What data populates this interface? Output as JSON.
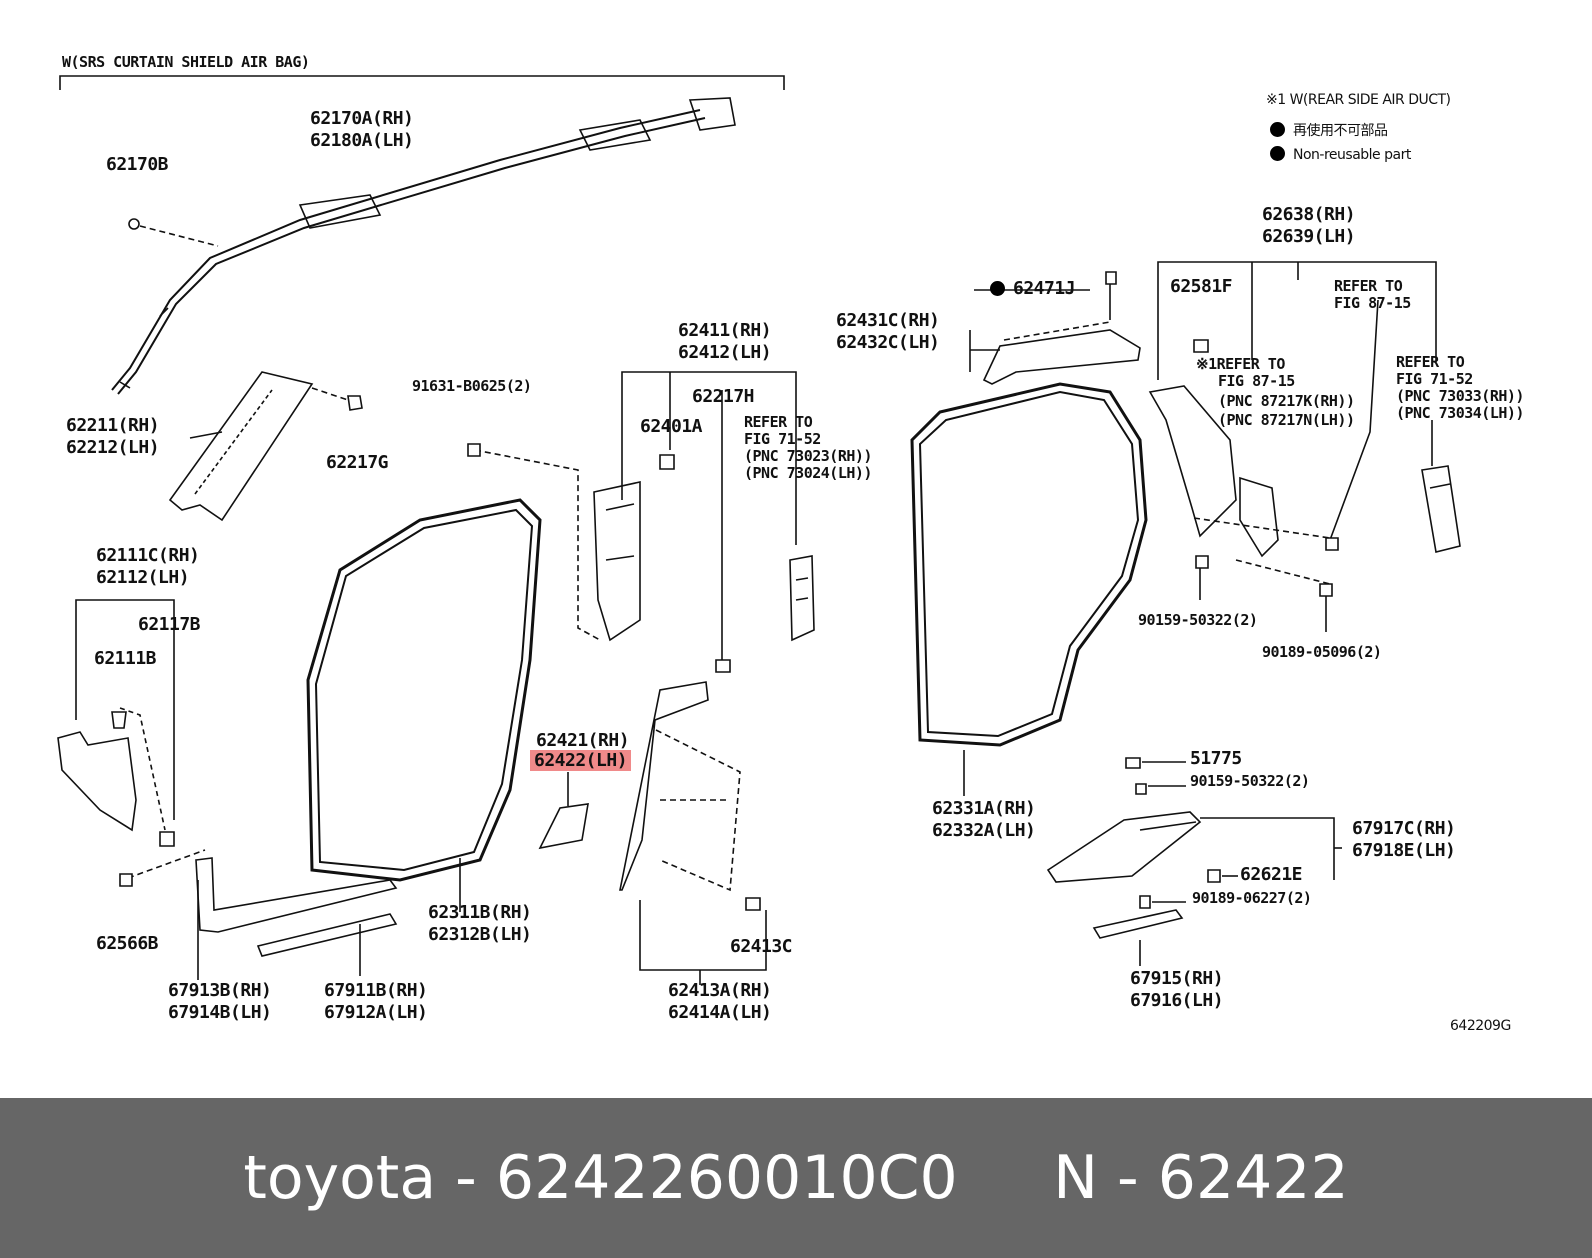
{
  "diagram": {
    "header": "W(SRS CURTAIN SHIELD AIR BAG)",
    "note": "※1 W(REAR SIDE AIR DUCT)",
    "legend_jp": "再使用不可部品",
    "legend_en": "Non-reusable part",
    "figure_id": "642209G",
    "highlight_color": "#f08a8a",
    "labels": {
      "l62170A": "62170A(RH)",
      "l62180A": "62180A(LH)",
      "l62170B": "62170B",
      "l62211": "62211(RH)",
      "l62212": "62212(LH)",
      "l62217G": "62217G",
      "l62111C": "62111C(RH)",
      "l62112": "62112(LH)",
      "l62117B": "62117B",
      "l62111B": "62111B",
      "l62566B": "62566B",
      "l67913B": "67913B(RH)",
      "l67914B": "67914B(LH)",
      "l67911B": "67911B(RH)",
      "l67912A": "67912A(LH)",
      "l62311B": "62311B(RH)",
      "l62312B": "62312B(LH)",
      "l91631": "91631-B0625(2)",
      "l62411": "62411(RH)",
      "l62412": "62412(LH)",
      "l62217H": "62217H",
      "l62401A": "62401A",
      "refer7152a": "REFER TO",
      "refer7152b": "FIG 71-52",
      "refer7152c": "(PNC 73023(RH))",
      "refer7152d": "(PNC 73024(LH))",
      "l62421": "62421(RH)",
      "l62422": "62422(LH)",
      "l62413C": "62413C",
      "l62413A": "62413A(RH)",
      "l62414A": "62414A(LH)",
      "l62471J": "62471J",
      "l62431C": "62431C(RH)",
      "l62432C": "62432C(LH)",
      "l62638": "62638(RH)",
      "l62639": "62639(LH)",
      "l62581F": "62581F",
      "refer8715a": "REFER TO",
      "refer8715b": "FIG 87-15",
      "note1a": "※1REFER TO",
      "note1b": "FIG 87-15",
      "note1c": "(PNC 87217K(RH))",
      "note1d": "(PNC 87217N(LH))",
      "refer7152e": "REFER TO",
      "refer7152f": "FIG 71-52",
      "refer7152g": "(PNC 73033(RH))",
      "refer7152h": "(PNC 73034(LH))",
      "l90159a": "90159-50322(2)",
      "l90189a": "90189-05096(2)",
      "l62331A": "62331A(RH)",
      "l62332A": "62332A(LH)",
      "l51775": "51775",
      "l90159b": "90159-50322(2)",
      "l67917C": "67917C(RH)",
      "l67918E": "67918E(LH)",
      "l62621E": "62621E",
      "l90189b": "90189-06227(2)",
      "l67915": "67915(RH)",
      "l67916": "67916(LH)"
    }
  },
  "footer": {
    "brand": "toyota",
    "separator": " - ",
    "part_number": "6242260010C0",
    "gap": "     ",
    "n_label": "N",
    "n_number": "62422"
  }
}
